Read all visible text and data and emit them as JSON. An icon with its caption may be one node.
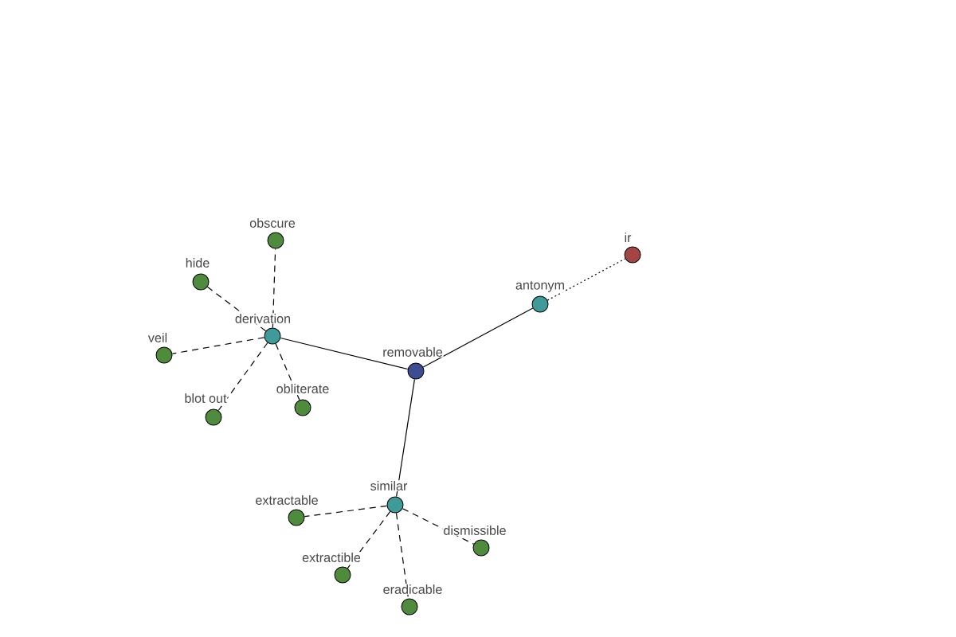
{
  "diagram": {
    "nodes": [
      {
        "text": [
          "removable"
        ]
      },
      {
        "text": [
          "derivation"
        ]
      },
      {
        "text": [
          "obscure"
        ]
      },
      {
        "text": [
          "hide"
        ]
      },
      {
        "text": [
          "veil"
        ]
      },
      {
        "text": [
          "blot out"
        ]
      },
      {
        "text": [
          "obliterate"
        ]
      },
      {
        "text": [
          "antonym"
        ]
      },
      {
        "text": [
          "ir"
        ]
      },
      {
        "text": [
          "similar"
        ]
      },
      {
        "text": [
          "extractable"
        ]
      },
      {
        "text": [
          "extractible"
        ]
      },
      {
        "text": [
          "eradicable"
        ]
      },
      {
        "text": [
          "dismissible"
        ]
      }
    ],
    "edges": [
      {
        "from": 0,
        "to": 1,
        "arrow": "none"
      },
      {
        "from": 0,
        "to": 7,
        "arrow": "none"
      },
      {
        "from": 0,
        "to": 9,
        "arrow": "none"
      },
      {
        "from": 1,
        "to": 2,
        "arrow": "none",
        "style": "dashed"
      },
      {
        "from": 1,
        "to": 3,
        "arrow": "none",
        "style": "dashed"
      },
      {
        "from": 1,
        "to": 4,
        "arrow": "none",
        "style": "dashed"
      },
      {
        "from": 1,
        "to": 5,
        "arrow": "none",
        "style": "dashed"
      },
      {
        "from": 1,
        "to": 6,
        "arrow": "none",
        "style": "dashed"
      },
      {
        "from": 7,
        "to": 8,
        "arrow": "none",
        "style": "dashed"
      },
      {
        "from": 9,
        "to": 10,
        "arrow": "none",
        "style": "dashed"
      },
      {
        "from": 9,
        "to": 11,
        "arrow": "none",
        "style": "dashed"
      },
      {
        "from": 9,
        "to": 12,
        "arrow": "none",
        "style": "dashed"
      },
      {
        "from": 9,
        "to": 13,
        "arrow": "none",
        "style": "dashed"
      }
    ]
  }
}
